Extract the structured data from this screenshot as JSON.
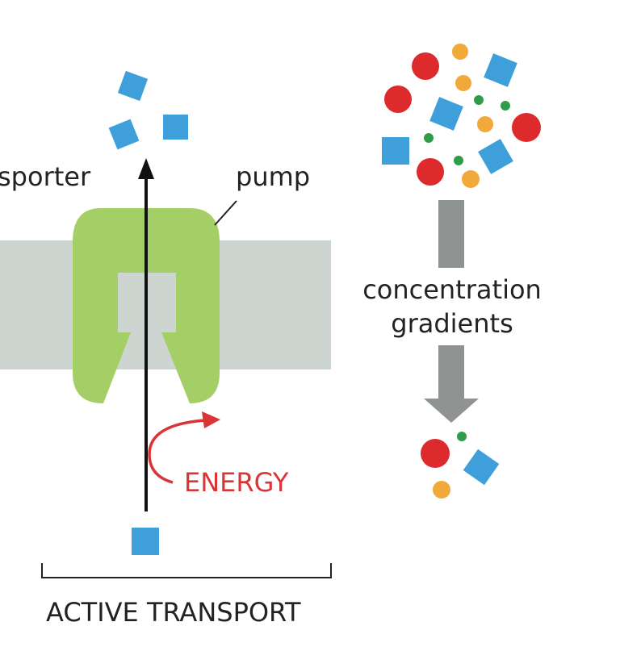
{
  "labels": {
    "transporter_partial": "sporter",
    "pump": "pump",
    "energy": "ENERGY",
    "gradient_line1": "concentration",
    "gradient_line2": "gradients",
    "active_transport": "ACTIVE TRANSPORT"
  },
  "colors": {
    "membrane": "#cdd5d1",
    "pump": "#a4cf67",
    "square": "#3f9fdb",
    "red_circle": "#dd2a2d",
    "orange_circle": "#f2a93b",
    "green_dot": "#2f9c4a",
    "gradient_arrow": "#8f9391",
    "energy": "#d93436",
    "arrow": "#111111"
  },
  "icons": {
    "transport_arrow": "arrow-up-icon",
    "energy_arrow": "curved-arrow-icon",
    "gradient_arrow": "arrow-down-icon"
  }
}
